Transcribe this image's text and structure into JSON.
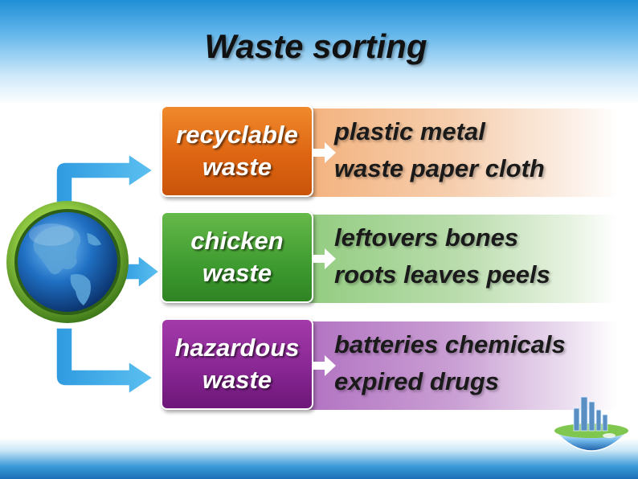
{
  "title": "Waste sorting",
  "categories": [
    {
      "label_lines": [
        "recyclable",
        "waste"
      ],
      "items_lines": [
        "plastic metal",
        "waste paper cloth"
      ],
      "color": "#de6512"
    },
    {
      "label_lines": [
        "chicken",
        "waste"
      ],
      "items_lines": [
        "leftovers bones",
        "roots leaves peels"
      ],
      "color": "#3e9b2f"
    },
    {
      "label_lines": [
        "hazardous",
        "waste"
      ],
      "items_lines": [
        "batteries chemicals",
        "expired drugs"
      ],
      "color": "#862591"
    }
  ],
  "icons": {
    "center": "globe-icon",
    "corner": "city-island-icon",
    "connector": "arrow-right-icon"
  },
  "colors": {
    "connector": "#3aa8e4",
    "title_text": "#111111"
  }
}
